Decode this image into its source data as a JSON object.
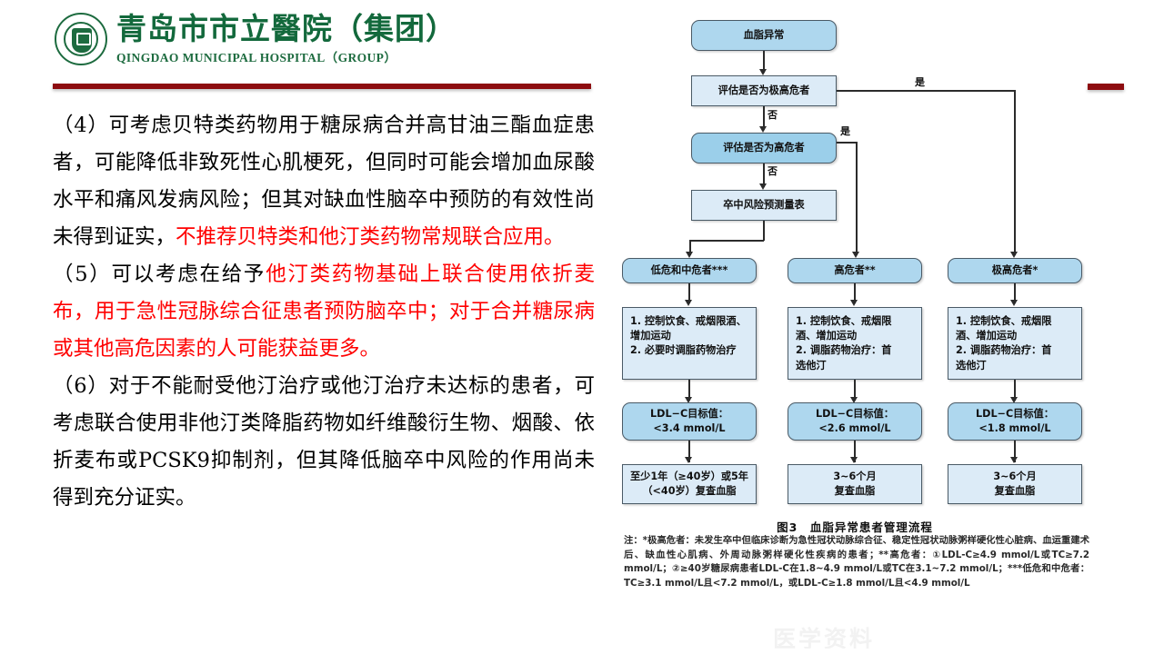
{
  "header": {
    "logo_cn": "青岛市市立醫院（集团）",
    "logo_en": "QINGDAO MUNICIPAL HOSPITAL（GROUP）",
    "accent_color": "#8d0c10",
    "logo_color": "#13693c"
  },
  "body": {
    "para4_black_1": "（4）可考虑贝特类药物用于糖尿病合并高甘油三酯血症患者，可能降低非致死性心肌梗死，但同时可能会增加血尿酸水平和痛风发病风险；但其对缺血性脑卒中预防的有效性尚未得到证实，",
    "para4_red": "不推荐贝特类和他汀类药物常规联合应用。",
    "para5_black": "（5）可以考虑在给予",
    "para5_red": "他汀类药物基础上联合使用依折麦布，用于急性冠脉综合征患者预防脑卒中；对于合并糖尿病或其他高危因素的人可能获益更多。",
    "para6_black": "（6）对于不能耐受他汀治疗或他汀治疗未达标的患者，可考虑联合使用非他汀类降脂药物如纤维酸衍生物、烟酸、依折麦布或PCSK9抑制剂，但其降低脑卒中风险的作用尚未得到充分证实。",
    "red_color": "#ff0000"
  },
  "figure": {
    "caption": "图3　血脂异常患者管理流程",
    "nodes": {
      "start": "血脂异常",
      "assess_very_high": "评估是否为极高危者",
      "assess_high": "评估是否为高危者",
      "scale": "卒中风险预测量表",
      "col_low": "低危和中危者***",
      "col_high": "高危者**",
      "col_veryhigh": "极高危者*",
      "treat_low_line1": "1. 控制饮食、戒烟限酒、",
      "treat_low_line2": "增加运动",
      "treat_low_line3": "2. 必要时调脂药物治疗",
      "treat_high_line1": "1. 控制饮食、戒烟限",
      "treat_high_line2": "酒、增加运动",
      "treat_high_line3": "2. 调脂药物治疗：首",
      "treat_high_line4": "选他汀",
      "treat_veryhigh_line1": "1. 控制饮食、戒烟限",
      "treat_veryhigh_line2": "酒、增加运动",
      "treat_veryhigh_line3": "2. 调脂药物治疗：首",
      "treat_veryhigh_line4": "选他汀",
      "ldl_label": "LDL−C目标值：",
      "ldl_low": "<3.4 mmol/L",
      "ldl_high": "<2.6 mmol/L",
      "ldl_veryhigh": "<1.8 mmol/L",
      "follow_low_line1": "至少1年（≥40岁）或5年",
      "follow_low_line2": "（<40岁）复查血脂",
      "follow_high_line1": "3~6个月",
      "follow_high_line2": "复查血脂",
      "follow_veryhigh_line1": "3~6个月",
      "follow_veryhigh_line2": "复查血脂"
    },
    "edges": {
      "yes_top": "是",
      "no_top": "否",
      "yes_mid": "是",
      "no_mid": "否"
    },
    "note": "注：*极高危者：未发生卒中但临床诊断为急性冠状动脉综合征、稳定性冠状动脉粥样硬化性心脏病、血运重建术后、缺血性心肌病、外周动脉粥样硬化性疾病的患者；**高危者：①LDL-C≥4.9 mmol/L或TC≥7.2 mmol/L；②≥40岁糖尿病患者LDL-C在1.8~4.9 mmol/L或TC在3.1~7.2 mmol/L；***低危和中危者：TC≥3.1 mmol/L且<7.2 mmol/L，或LDL-C≥1.8 mmol/L且<4.9 mmol/L",
    "box_fill_light": "#dcebf7",
    "box_fill_mid": "#aed7ee",
    "box_border": "#4a5a66"
  },
  "watermark": "医学资料"
}
